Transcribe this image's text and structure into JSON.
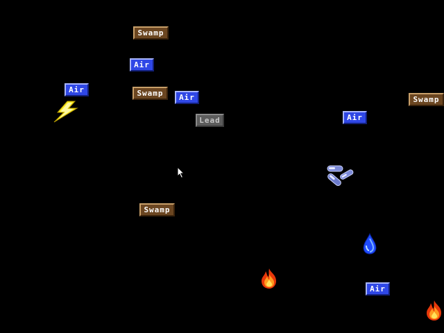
{
  "game": {
    "tiles": [
      {
        "id": "swamp-1",
        "element": "Swamp",
        "label": "Swamp"
      },
      {
        "id": "air-1",
        "element": "Air",
        "label": "Air"
      },
      {
        "id": "air-2",
        "element": "Air",
        "label": "Air"
      },
      {
        "id": "swamp-2",
        "element": "Swamp",
        "label": "Swamp"
      },
      {
        "id": "air-3",
        "element": "Air",
        "label": "Air"
      },
      {
        "id": "lead-1",
        "element": "Lead",
        "label": "Lead"
      },
      {
        "id": "air-4",
        "element": "Air",
        "label": "Air"
      },
      {
        "id": "swamp-3",
        "element": "Swamp",
        "label": "Swamp"
      },
      {
        "id": "swamp-4",
        "element": "Swamp",
        "label": "Swamp"
      },
      {
        "id": "air-5",
        "element": "Air",
        "label": "Air"
      }
    ],
    "sprites": [
      {
        "id": "lightning",
        "icon": "lightning-icon",
        "color": "#ffee22"
      },
      {
        "id": "pills",
        "icon": "pills-icon",
        "color": "#7d8bd8"
      },
      {
        "id": "water-drop",
        "icon": "water-drop-icon",
        "color": "#2a5cff"
      },
      {
        "id": "fire-1",
        "icon": "fire-icon",
        "color": "#ff7a10"
      },
      {
        "id": "fire-2",
        "icon": "fire-icon",
        "color": "#ff7a10"
      }
    ],
    "colors": {
      "background": "#000000",
      "swamp": "#6b4621",
      "air": "#2f47e6",
      "lead": "#5c5c5c"
    },
    "cursor": "arrow-cursor-icon"
  }
}
